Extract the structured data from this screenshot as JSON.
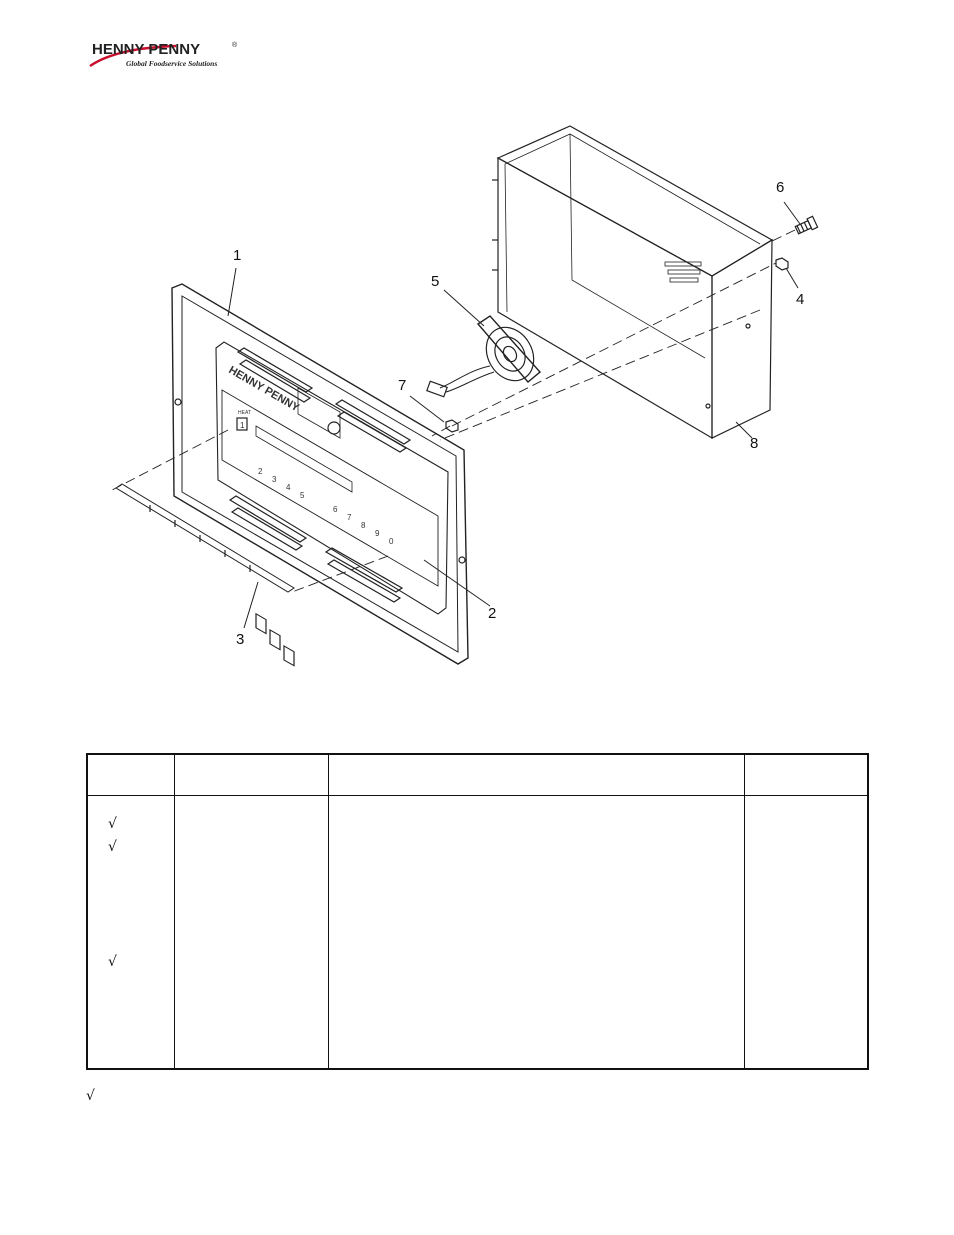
{
  "logo": {
    "brand": "HENNY PENNY",
    "registered": "®",
    "tagline": "Global Foodservice Solutions"
  },
  "diagram": {
    "callouts": [
      "1",
      "2",
      "3",
      "4",
      "5",
      "6",
      "7",
      "8"
    ],
    "panel_labels": {
      "brand": "HENNY PENNY",
      "heat": "HEAT",
      "key_1": "1",
      "key_2": "2",
      "key_3": "3",
      "key_4": "4",
      "key_5": "5",
      "key_6": "6",
      "key_7": "7",
      "key_8": "8",
      "key_9": "9",
      "key_0": "0"
    }
  },
  "table": {
    "marks": [
      "√",
      "√",
      "√"
    ]
  },
  "footnote": {
    "mark": "√"
  }
}
